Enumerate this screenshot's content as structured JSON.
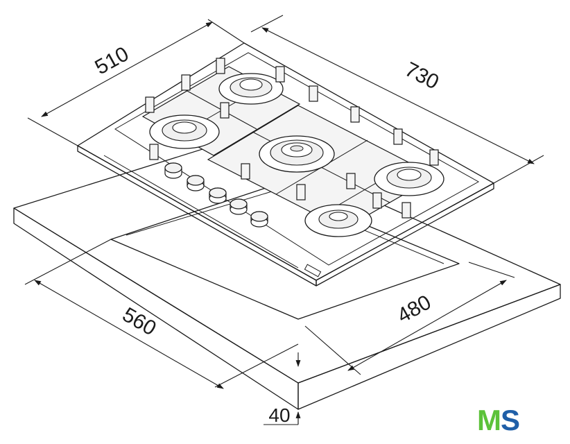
{
  "dimensions": {
    "depth": "510",
    "width": "730",
    "cutout_width": "560",
    "cutout_depth": "480",
    "thickness": "40"
  },
  "logo": {
    "text": "MS",
    "color_m": "#5cc23a",
    "color_s": "#1f5fa8"
  },
  "components": {
    "burners": 5,
    "knobs": 5
  }
}
